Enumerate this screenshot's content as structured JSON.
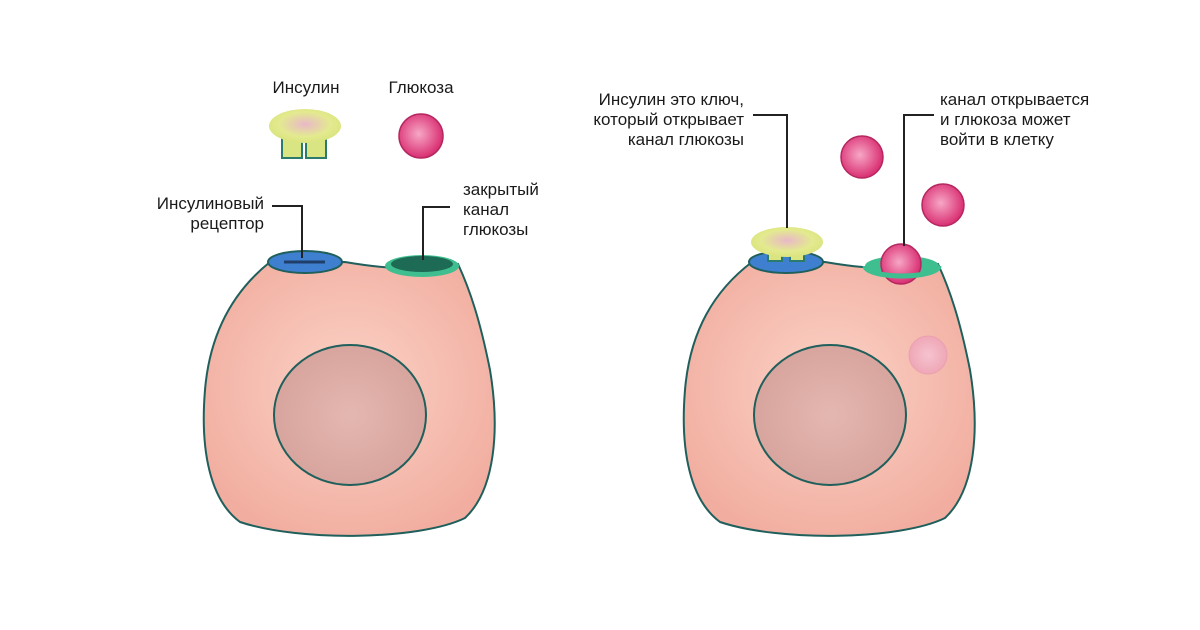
{
  "legend": {
    "insulin": "Инсулин",
    "glucose": "Глюкоза"
  },
  "left_cell": {
    "receptor_label": "Инсулиновый\nрецептор",
    "closed_channel_label": "закрытый\nканал\nглюкозы"
  },
  "right_cell": {
    "insulin_key_label": "Инсулин это ключ,\nкоторый открывает\nканал глюкозы",
    "channel_open_label": "канал открывается\nи глюкоза может\nвойти в клетку"
  },
  "colors": {
    "cell_fill": "#f2b3a6",
    "cell_stroke": "#1f5f5c",
    "nucleus_fill": "#ddada6",
    "receptor": "#3f7fd0",
    "channel_closed": "#1e6b55",
    "channel_ring": "#3fbf90",
    "glucose": "#e0457f",
    "insulin": "#e8ea92"
  }
}
